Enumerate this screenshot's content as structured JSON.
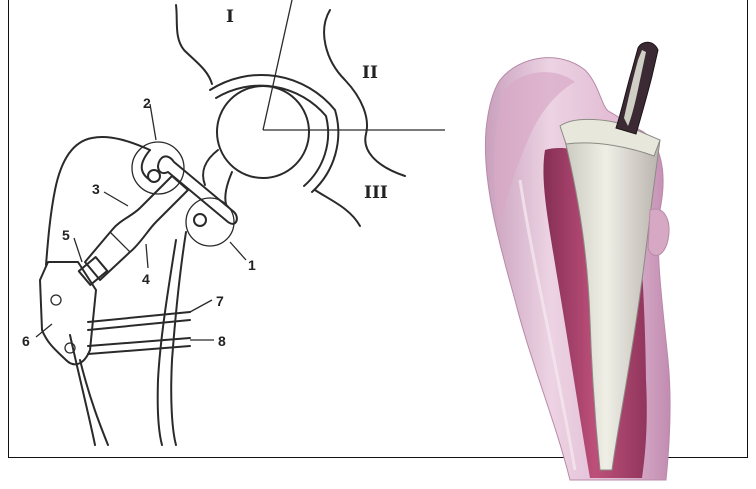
{
  "left_diagram": {
    "region_labels": [
      "I",
      "II",
      "III"
    ],
    "part_labels": [
      "1",
      "2",
      "3",
      "4",
      "5",
      "6",
      "7",
      "8"
    ]
  },
  "right_image": {
    "icon": "femoral-implant-render"
  },
  "colors": {
    "ink": "#2a2a2a",
    "bone": "#e9c8dc",
    "bone_shadow": "#b0306a",
    "implant": "#d9d9cf"
  }
}
